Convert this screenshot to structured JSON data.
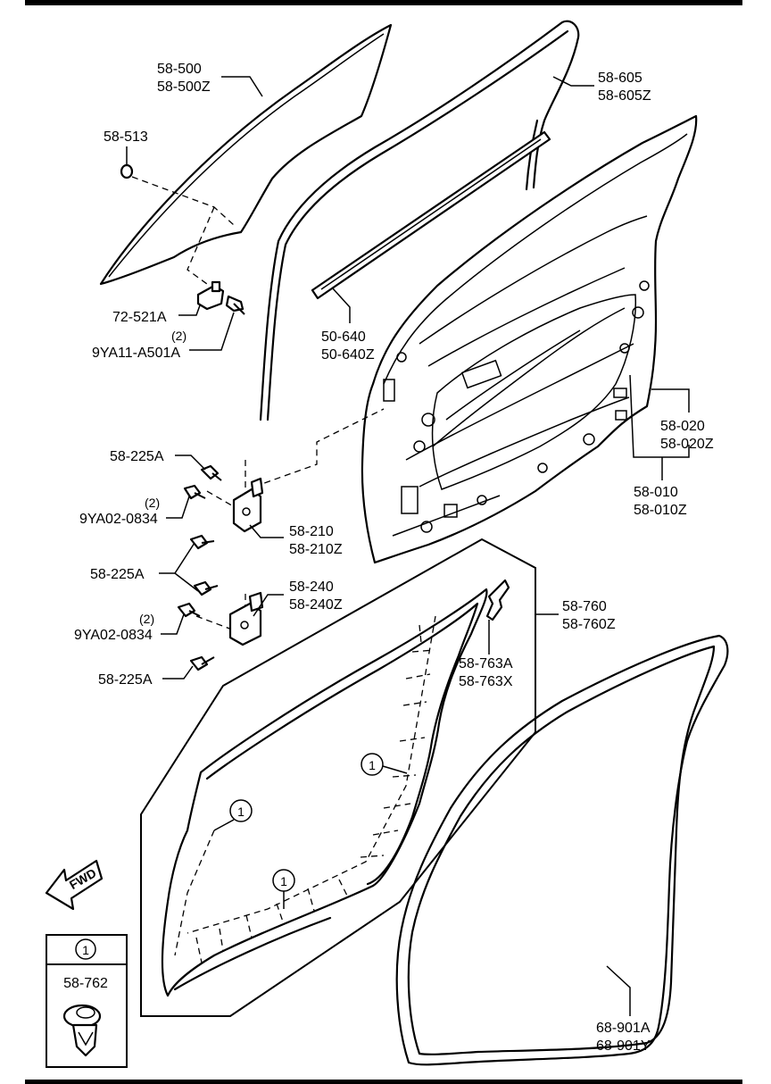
{
  "labels": {
    "glass": [
      "58-500",
      "58-500Z"
    ],
    "glass_clip": "58-513",
    "run_channel": [
      "58-605",
      "58-605Z"
    ],
    "belt_molding": [
      "50-640",
      "50-640Z"
    ],
    "regulator_bracket": "72-521A",
    "bolt_qty_1": "(2)",
    "bolt_1": "9YA11-A501A",
    "door_panel_outer": [
      "58-020",
      "58-020Z"
    ],
    "door_panel_inner": [
      "58-010",
      "58-010Z"
    ],
    "upper_bolt": "58-225A",
    "hinge_bolt_qty_1": "(2)",
    "hinge_bolt_1": "9YA02-0834",
    "upper_hinge": [
      "58-210",
      "58-210Z"
    ],
    "mid_bolt": "58-225A",
    "lower_hinge": [
      "58-240",
      "58-240Z"
    ],
    "hinge_bolt_qty_2": "(2)",
    "hinge_bolt_2": "9YA02-0834",
    "lower_bolt": "58-225A",
    "seal_set": [
      "58-760",
      "58-760Z"
    ],
    "seal_clip": [
      "58-763A",
      "58-763X"
    ],
    "weatherstrip": [
      "68-901A",
      "68-901Y"
    ],
    "callout_1": "1",
    "callout_2": "1",
    "callout_3": "1",
    "fwd": "FWD",
    "legend_ref": "1",
    "legend_part": "58-762"
  }
}
